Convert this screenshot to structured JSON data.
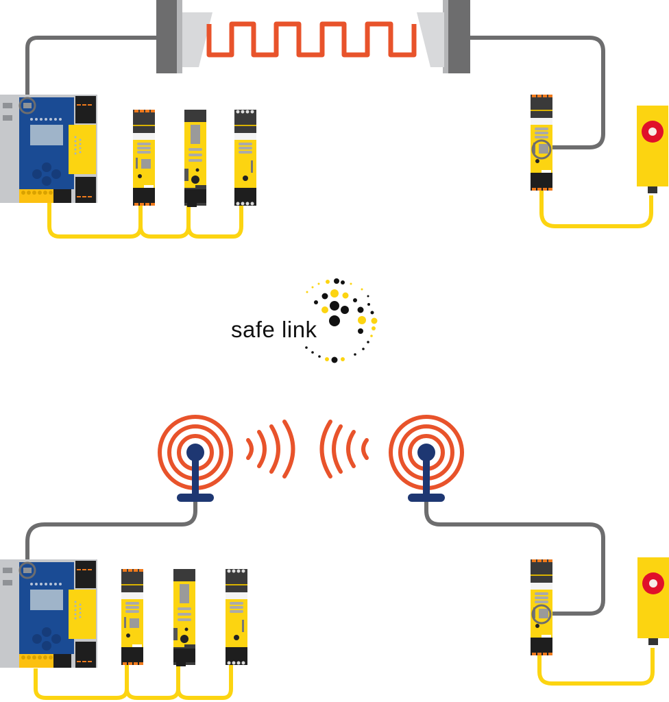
{
  "logo": {
    "text": "safe link"
  },
  "colors": {
    "cable_gray": "#6d6d6e",
    "cable_yellow": "#fcd411",
    "signal_orange": "#e8532b",
    "antenna_navy": "#1e3772",
    "controller_blue": "#1a4b94",
    "module_yellow": "#fcd411",
    "module_dark": "#2b2b2b",
    "terminal_orange": "#f07a1c",
    "estop_red": "#e0102a",
    "housing_gray": "#c6c8cb"
  },
  "sections": [
    {
      "name": "wired-connection",
      "link_type": "cable"
    },
    {
      "name": "wireless-connection",
      "link_type": "radio"
    }
  ]
}
